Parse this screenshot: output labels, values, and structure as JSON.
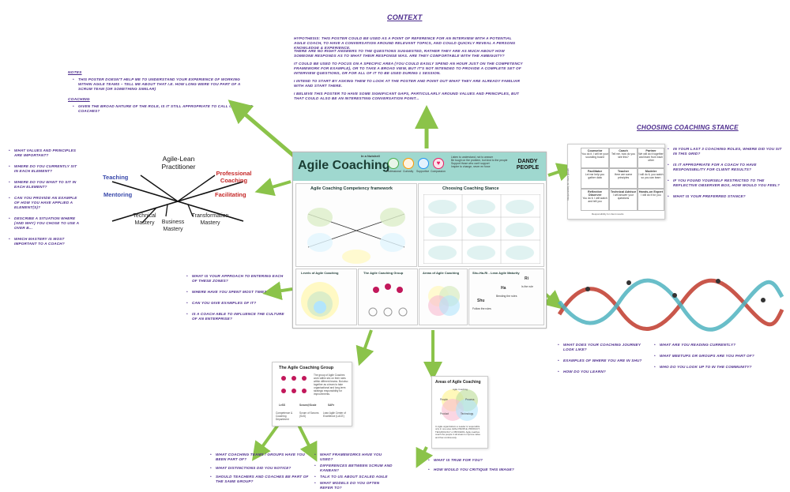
{
  "context": {
    "title": "Context",
    "paragraphs": [
      "Hypothesis: This poster could be used as a point of reference for an interview with a potential agile coach, to have a conversation around relevant topics, and could quickly reveal a persons knowledge & experience.",
      "There are no right answers to the questions suggested, rather they are as much about how someone responds as to what their response was. Are they comfortable with the ambiguity?",
      "It could be used to focus on a specific area (you could easily spend an hour just on the Competency Framework for example), or to take a broad view, but it's not intended to provide a complete set of interview questions, or for all of it to be used during 1 session.",
      "I intend to start by asking them to look at the poster and point out what they are already familiar with and start there.",
      "I believe this poster to have some significant gaps, particularly around values and principles, but that could also be an interesting conversation point..."
    ]
  },
  "notes": {
    "heading": "Notes",
    "items": [
      "This poster doesn't help me to understand your experience of working within agile teams – tell me about that i.e. how long were you part of a scrum team (or something similar)"
    ],
    "coaching_heading": "Coaching",
    "coaching_items": [
      "Given the broad nature of the role, is it still appropriate to call ourselves coaches?"
    ]
  },
  "competency_questions": [
    "What values and principles are important?",
    "Where do you currently sit in each element?",
    "Where do you want to sit in each element?",
    "Can you provide an example of how you have applied a element(s)?",
    "Describe a situation where (and why) you chose to use a over b...",
    "Which mastery is most important to a coach?"
  ],
  "framework": {
    "top": "Agile-Lean Practitioner",
    "teaching": "Teaching",
    "mentoring": "Mentoring",
    "professional_coaching": "Professional Coaching",
    "facilitating": "Facilitating",
    "technical_mastery": "Technical Mastery",
    "business_mastery": "Business Mastery",
    "transformation_mastery": "Transformation Mastery"
  },
  "stance": {
    "title": "Choosing Coaching Stance",
    "questions": [
      "In your last 3 coaching roles, where did you sit in this grid?",
      "Is it appropriate for a coach to have responsibility for client results?",
      "If you found yourself restricted to the reflective observer box, how would you feel?",
      "What is your preferred stance?"
    ],
    "grid": [
      {
        "name": "Counselor",
        "quote": "You do it. I will be your sounding board"
      },
      {
        "name": "Coach",
        "quote": "Tell me, how do you see this?"
      },
      {
        "name": "Partner",
        "quote": "We will do it together and learn from each other"
      },
      {
        "name": "Facilitator",
        "quote": "Let me help you gather data"
      },
      {
        "name": "Teacher",
        "quote": "Here are some principles"
      },
      {
        "name": "Modeler",
        "quote": "I will do it, you watch so you can learn"
      },
      {
        "name": "Reflective Observer",
        "quote": "You do it. I will watch and tell you"
      },
      {
        "name": "Technical Advisor",
        "quote": "I will answer your questions"
      },
      {
        "name": "Hands-on Expert",
        "quote": "I will do it for you"
      }
    ],
    "y_axis": "Responsibility for client growth",
    "x_axis": "Responsibility for client results"
  },
  "levels_questions": [
    "What is your approach to entering each of these zones?",
    "Where have you spent most time?",
    "Can you give examples of it?",
    "Is a coach able to influence the culture of an enterprise?"
  ],
  "journey_questions_left": [
    "What does your coaching journey look like?",
    "Examples of where you are in Shu?",
    "How do you learn?"
  ],
  "journey_questions_right": [
    "What are you reading currently?",
    "What meetups or groups are you part of?",
    "Who do you look up to in the community?"
  ],
  "group": {
    "title": "The Agile Coaching Group",
    "desc": "The group of Agile Coaches work within silo on their roles within different teams. But also together as a team to take organisational and long-term strategic responsibility for improvements.",
    "items": [
      {
        "abbr": "LeSS",
        "label": "Competence & Coaching Department"
      },
      {
        "abbr": "Scrum@Scale",
        "label": "Scrum of Scrums (SoS)"
      },
      {
        "abbr": "SAFe",
        "label": "Lean Agile Center of Excellence (LACE)"
      }
    ],
    "questions": [
      "What coaching teams / groups have you been part of?",
      "What distinctions did you notice?",
      "Should teachers and coaches be part of the same group?"
    ]
  },
  "areas": {
    "title": "Areas of Agile Coaching",
    "labels": [
      "Agile Coaching",
      "People",
      "Process",
      "Product",
      "Technology"
    ],
    "desc": "In Agile organizations a Leader is responsible only in one area. Either PEOPLE, PRODUCT, TECHNOLOGY or PROCESS. Agile coaches coach the people in all areas to improve value and flow continuously.",
    "questions": [
      "What is true for you?",
      "How would you critique this image?"
    ],
    "frameworks_questions": [
      "What frameworks have you used?",
      "Differences between Scrum and Kanban?",
      "Talk to us about scaled agile",
      "What models do you often refer to?"
    ]
  },
  "poster": {
    "title": "Agile Coaching",
    "tagline": "In a Nutshell",
    "brand": "DANDY PEOPLE",
    "icon_labels": [
      "Professional",
      "Curiosity",
      "Supportive",
      "Compassion"
    ],
    "bullets": [
      "Listen to understand, not to answer",
      "Be tough on the problem, but kind to the people",
      "Support those who can't support",
      "Inspire to change, never en force"
    ],
    "framework_title": "Agile Coaching Competency framework",
    "stance_title": "Choosing Coaching Stance",
    "section_titles": [
      "Levels of Agile Coaching",
      "The Agile Coaching Group",
      "Areas of Agile Coaching",
      "Shu-Ha-Ri - Lean Agile Maturity"
    ],
    "shuhari": [
      "Shu",
      "Ha",
      "Ri"
    ],
    "shuhari_text": [
      "Follow the rules",
      "Bending the rules",
      "Is the rule"
    ]
  },
  "colors": {
    "handwriting": "#4b2a8c",
    "arrow": "#8bc34a",
    "poster_banner": "#9fd8cf",
    "professional_red": "#c62828",
    "teaching_blue": "#3949ab"
  }
}
